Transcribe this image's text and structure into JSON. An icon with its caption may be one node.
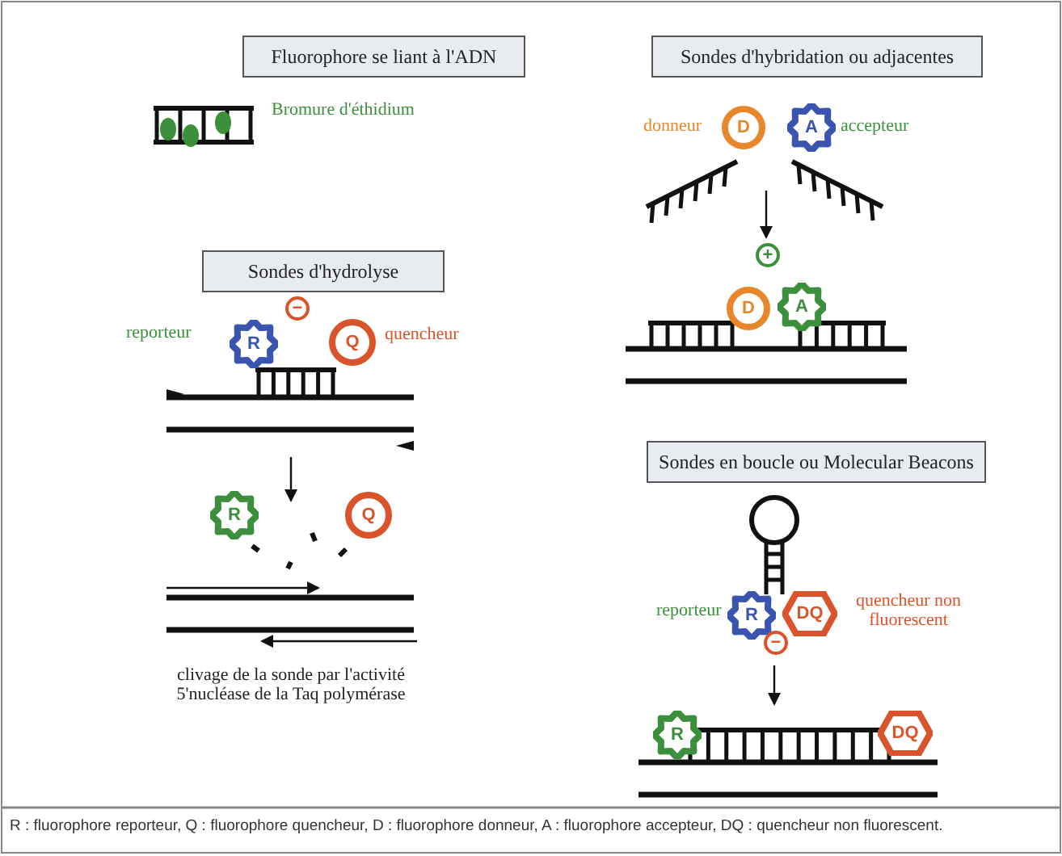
{
  "diagram": {
    "caption": "R : fluorophore reporteur, Q : fluorophore quencheur, D : fluorophore donneur, A : fluorophore accepteur, DQ : quencheur non fluorescent.",
    "nodes": [
      {
        "text": [
          "Fluorophore se liant à l'ADN"
        ]
      },
      {
        "text": [
          "Sondes d'hydrolyse"
        ]
      },
      {
        "text": [
          "R"
        ]
      },
      {
        "text": [
          "−"
        ]
      },
      {
        "text": [
          "Q"
        ]
      },
      {
        "text": [
          "R"
        ]
      },
      {
        "text": [
          "Q"
        ]
      },
      {
        "text": [
          "Sondes d'hybridation ou adjacentes"
        ]
      },
      {
        "text": [
          "D"
        ]
      },
      {
        "text": [
          "A"
        ]
      },
      {
        "text": [
          "+"
        ]
      },
      {
        "text": [
          "D"
        ]
      },
      {
        "text": [
          "A"
        ]
      },
      {
        "text": [
          "Sondes en boucle ou Molecular Beacons"
        ]
      },
      {
        "text": [
          "R"
        ]
      },
      {
        "text": [
          "DQ"
        ]
      },
      {
        "text": [
          "−"
        ]
      },
      {
        "text": [
          "R"
        ]
      },
      {
        "text": [
          "DQ"
        ]
      }
    ],
    "labels": [
      "Bromure d'éthidium",
      "reporteur",
      "quencheur",
      "clivage de la sonde par l'activité 5'nucléase de la Taq polymérase",
      "donneur",
      "accepteur",
      "reporteur",
      "quencheur non fluorescent"
    ]
  }
}
